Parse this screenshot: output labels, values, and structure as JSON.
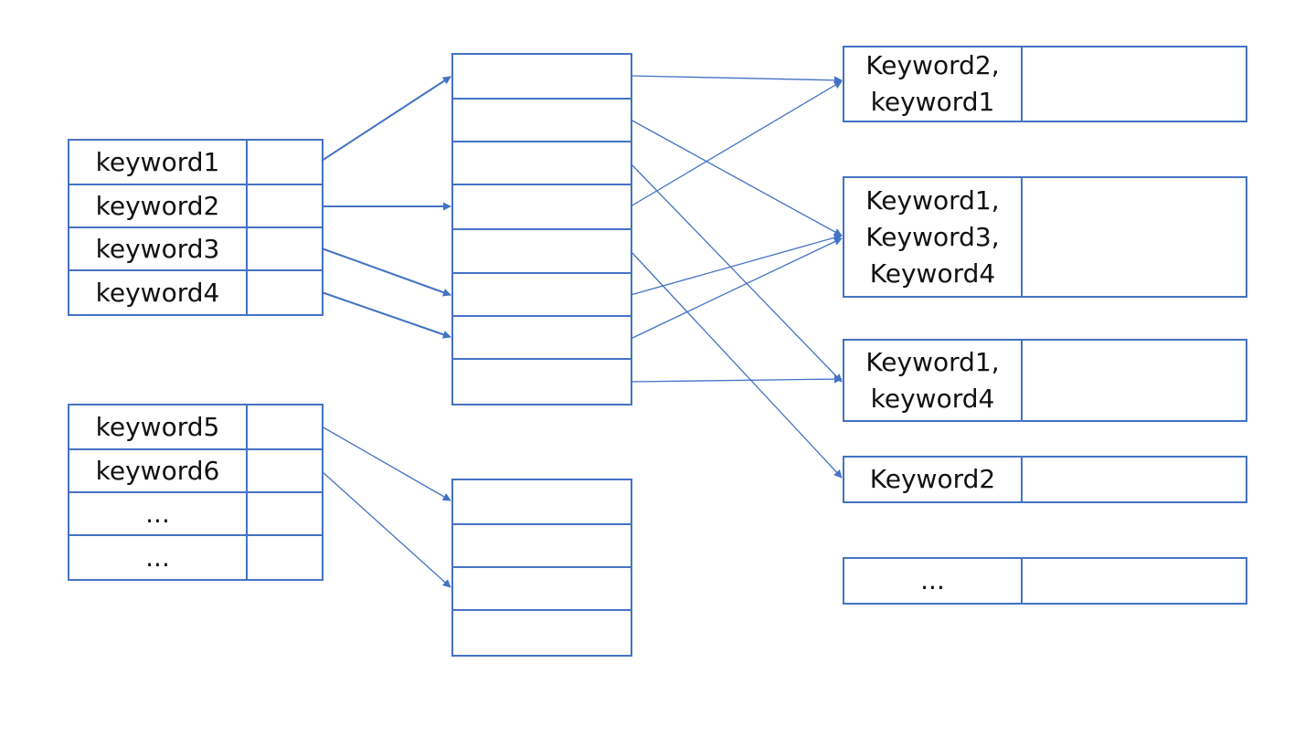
{
  "key_table_1": {
    "rows": [
      {
        "key": "keyword1",
        "ptr": ""
      },
      {
        "key": "keyword2",
        "ptr": ""
      },
      {
        "key": "keyword3",
        "ptr": ""
      },
      {
        "key": "keyword4",
        "ptr": ""
      }
    ]
  },
  "key_table_2": {
    "rows": [
      {
        "key": "keyword5",
        "ptr": ""
      },
      {
        "key": "keyword6",
        "ptr": ""
      },
      {
        "key": "...",
        "ptr": ""
      },
      {
        "key": "...",
        "ptr": ""
      }
    ]
  },
  "bucket_array_1": {
    "slots": [
      "",
      "",
      "",
      "",
      "",
      "",
      "",
      ""
    ]
  },
  "bucket_array_2": {
    "slots": [
      "",
      "",
      "",
      ""
    ]
  },
  "result_entries": [
    {
      "keys": "Keyword2,\nkeyword1",
      "value": ""
    },
    {
      "keys": "Keyword1,\nKeyword3,\nKeyword4",
      "value": ""
    },
    {
      "keys": "Keyword1,\nkeyword4",
      "value": ""
    },
    {
      "keys": "Keyword2",
      "value": ""
    },
    {
      "keys": "...",
      "value": ""
    }
  ],
  "line_color": "#4472C4"
}
